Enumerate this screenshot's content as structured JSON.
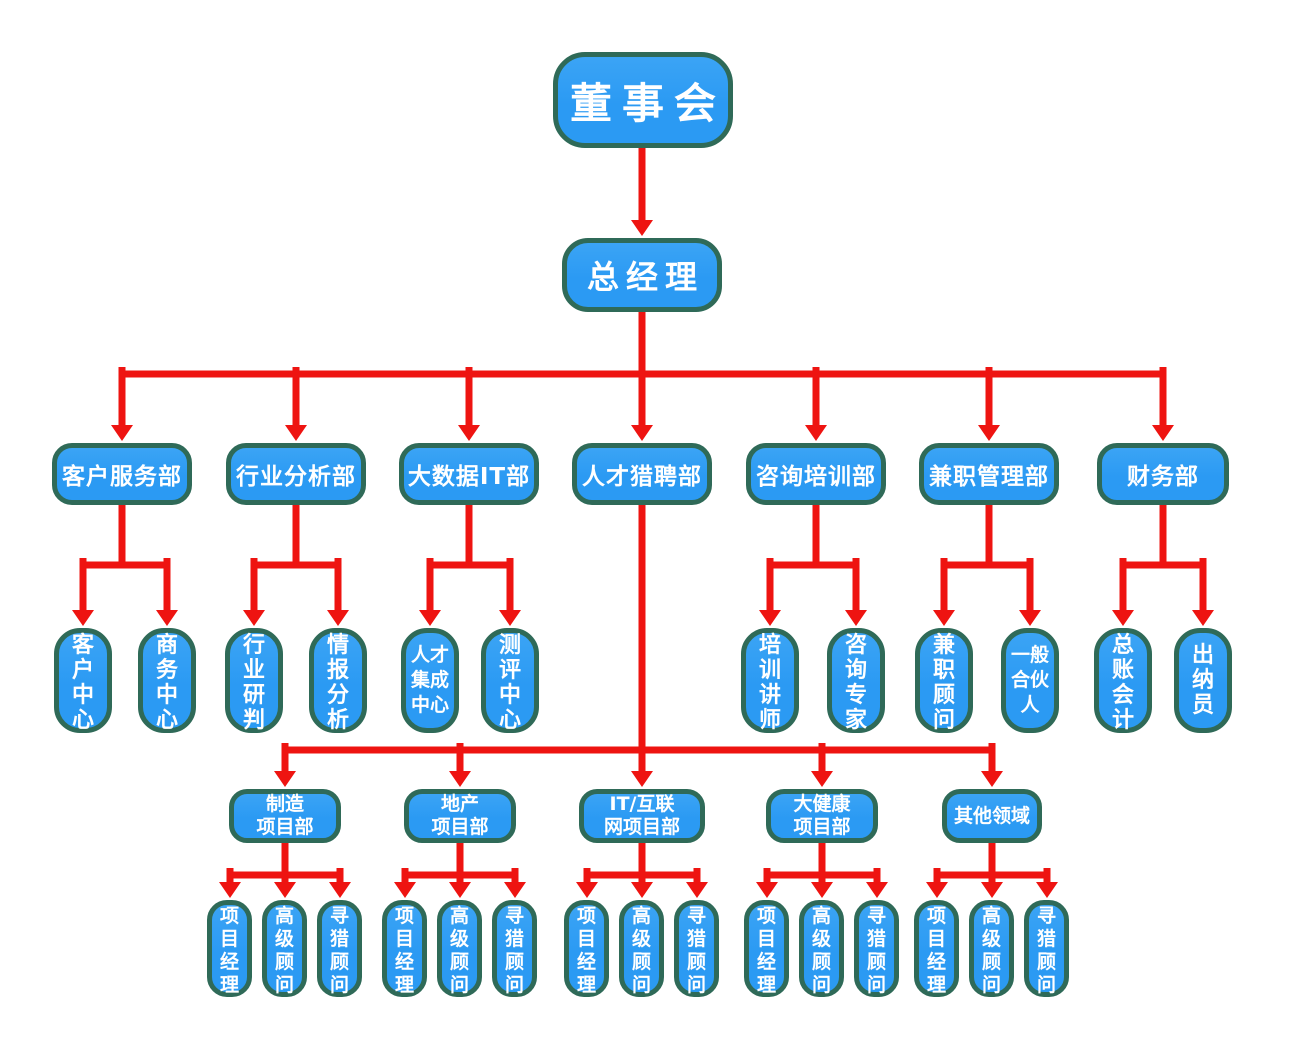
{
  "colors": {
    "background": "#ffffff",
    "node_fill": "#2b9af3",
    "node_border": "#2f6a58",
    "connector": "#ee1411",
    "node_text": "#ffffff"
  },
  "chart": {
    "root": {
      "label": "董事会"
    },
    "general_manager": {
      "label": "总经理"
    },
    "departments": [
      {
        "label": "客户服务部",
        "children": [
          "客户中心",
          "商务中心"
        ]
      },
      {
        "label": "行业分析部",
        "children": [
          "行业研判",
          "情报分析"
        ]
      },
      {
        "label": "大数据IT部",
        "children": [
          "人才集成中心",
          "测评中心"
        ]
      },
      {
        "label": "人才猎聘部",
        "children": []
      },
      {
        "label": "咨询培训部",
        "children": [
          "培训讲师",
          "咨询专家"
        ]
      },
      {
        "label": "兼职管理部",
        "children": [
          "兼职顾问",
          "一般合伙人"
        ]
      },
      {
        "label": "财务部",
        "children": [
          "总账会计",
          "出纳员"
        ]
      }
    ],
    "projects": [
      {
        "lines": [
          "制造",
          "项目部"
        ],
        "children": [
          "项目经理",
          "高级顾问",
          "寻猎顾问"
        ]
      },
      {
        "lines": [
          "地产",
          "项目部"
        ],
        "children": [
          "项目经理",
          "高级顾问",
          "寻猎顾问"
        ]
      },
      {
        "lines": [
          "IT/互联",
          "网项目部"
        ],
        "children": [
          "项目经理",
          "高级顾问",
          "寻猎顾问"
        ]
      },
      {
        "lines": [
          "大健康",
          "项目部"
        ],
        "children": [
          "项目经理",
          "高级顾问",
          "寻猎顾问"
        ]
      },
      {
        "lines": [
          "其他领域"
        ],
        "children": [
          "项目经理",
          "高级顾问",
          "寻猎顾问"
        ]
      }
    ]
  }
}
